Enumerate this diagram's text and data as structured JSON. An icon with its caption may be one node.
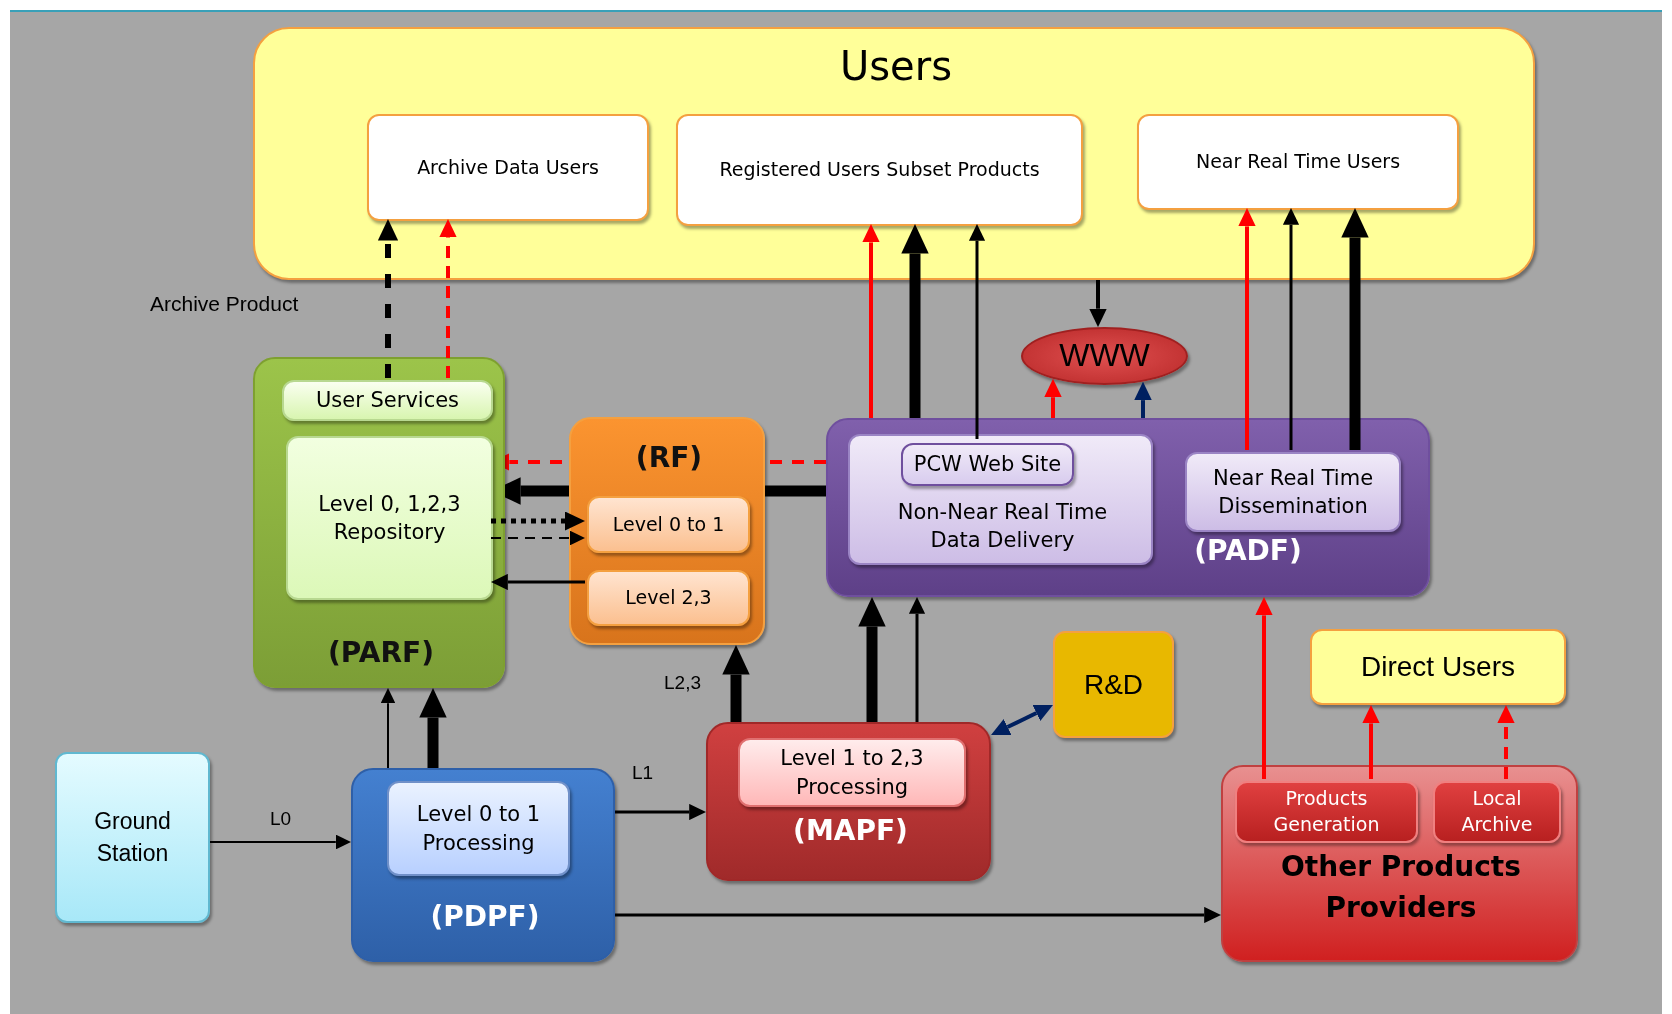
{
  "diagram": {
    "nodes": [
      {
        "text": [
          "Users"
        ]
      },
      {
        "text": [
          "Archive Data Users"
        ],
        "in": 0
      },
      {
        "text": [
          "Registered Users Subset Products"
        ],
        "in": 0
      },
      {
        "text": [
          "Near Real Time Users"
        ],
        "in": 0
      },
      {
        "text": [
          "(PARF)"
        ]
      },
      {
        "text": [
          "User Services"
        ],
        "in": 4
      },
      {
        "text": [
          "Level 0, 1,2,3 Repository"
        ],
        "in": 4
      },
      {
        "text": [
          "(RF)"
        ]
      },
      {
        "text": [
          "Level 0 to 1"
        ],
        "in": 7
      },
      {
        "text": [
          "Level 2,3"
        ],
        "in": 7
      },
      {
        "text": [
          "(PADF)"
        ]
      },
      {
        "text": [
          "Non-Near Real Time Data Delivery"
        ],
        "in": 10
      },
      {
        "text": [
          "PCW Web Site"
        ],
        "in": 11
      },
      {
        "text": [
          "Near Real Time Dissemination"
        ],
        "in": 10
      },
      {
        "text": [
          "WWW"
        ]
      },
      {
        "text": [
          "Ground Station"
        ]
      },
      {
        "text": [
          "(PDPF)"
        ]
      },
      {
        "text": [
          "Level  0 to 1 Processing"
        ],
        "in": 16
      },
      {
        "text": [
          "(MAPF)"
        ]
      },
      {
        "text": [
          "Level  1 to 2,3 Processing"
        ],
        "in": 18
      },
      {
        "text": [
          "R&D"
        ]
      },
      {
        "text": [
          "Direct Users"
        ]
      },
      {
        "text": [
          "Other Products Providers"
        ]
      },
      {
        "text": [
          "Products Generation"
        ],
        "in": 22
      },
      {
        "text": [
          "Local Archive"
        ],
        "in": 22
      }
    ],
    "edges": [
      {
        "from": 5,
        "to": 1,
        "arrow": "to",
        "style": "dashed",
        "label": "Archive Product"
      },
      {
        "from": 5,
        "to": 1,
        "arrow": "to",
        "style": "dashed",
        "color": "#ff0000"
      },
      {
        "from": 10,
        "to": 2,
        "arrow": "to",
        "color": "#ff0000"
      },
      {
        "from": 10,
        "to": 2,
        "arrow": "to",
        "style": "thick"
      },
      {
        "from": 12,
        "to": 2,
        "arrow": "to"
      },
      {
        "from": 0,
        "to": 14,
        "arrow": "to"
      },
      {
        "from": 10,
        "to": 14,
        "arrow": "to",
        "color": "#ff0000"
      },
      {
        "from": 10,
        "to": 14,
        "arrow": "to",
        "color": "#002060"
      },
      {
        "from": 13,
        "to": 3,
        "arrow": "to",
        "color": "#ff0000"
      },
      {
        "from": 13,
        "to": 3,
        "arrow": "to"
      },
      {
        "from": 13,
        "to": 3,
        "arrow": "to",
        "style": "thick"
      },
      {
        "from": 10,
        "to": 6,
        "arrow": "to",
        "style": "dashed",
        "color": "#ff0000"
      },
      {
        "from": 10,
        "to": 6,
        "arrow": "to",
        "style": "thick"
      },
      {
        "from": 6,
        "to": 8,
        "arrow": "to",
        "style": "dashed"
      },
      {
        "from": 6,
        "to": 8,
        "arrow": "to",
        "style": "dashed"
      },
      {
        "from": 9,
        "to": 6,
        "arrow": "to"
      },
      {
        "from": 18,
        "to": 7,
        "arrow": "to",
        "style": "thick",
        "label": "L2,3"
      },
      {
        "from": 18,
        "to": 10,
        "arrow": "to",
        "style": "thick"
      },
      {
        "from": 18,
        "to": 10,
        "arrow": "to"
      },
      {
        "from": 18,
        "to": 20,
        "arrow": "both",
        "color": "#002060"
      },
      {
        "from": 16,
        "to": 4,
        "arrow": "to"
      },
      {
        "from": 16,
        "to": 4,
        "arrow": "to",
        "style": "thick"
      },
      {
        "from": 15,
        "to": 16,
        "arrow": "to",
        "label": "L0"
      },
      {
        "from": 16,
        "to": 18,
        "arrow": "to",
        "label": "L1"
      },
      {
        "from": 16,
        "to": 22,
        "arrow": "to"
      },
      {
        "from": 23,
        "to": 10,
        "arrow": "to",
        "color": "#ff0000"
      },
      {
        "from": 23,
        "to": 21,
        "arrow": "to",
        "color": "#ff0000"
      },
      {
        "from": 24,
        "to": 21,
        "arrow": "to",
        "style": "dashed",
        "color": "#ff0000"
      }
    ]
  }
}
